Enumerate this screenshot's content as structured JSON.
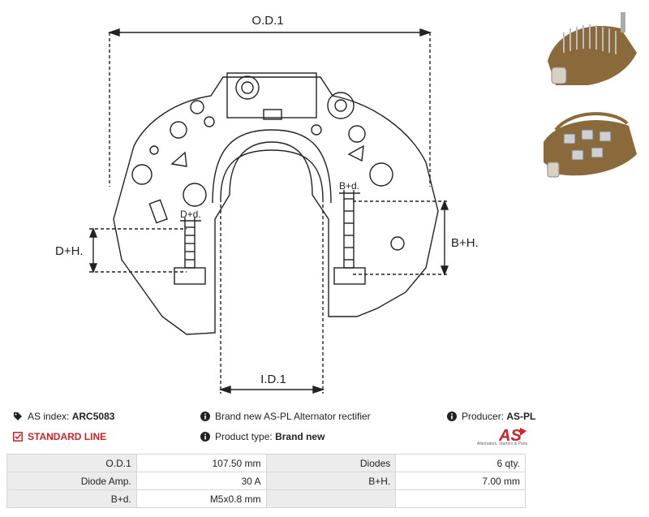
{
  "drawing": {
    "od_label": "O.D.1",
    "id_label": "I.D.1",
    "bh_label": "B+H.",
    "dh_label": "D+H.",
    "bd_label": "B+d.",
    "dd_label": "D+d."
  },
  "info": {
    "index_label": "AS index:",
    "index_value": "ARC5083",
    "line_label": "STANDARD LINE",
    "description": "Brand new AS-PL Alternator rectifier",
    "type_label": "Product type:",
    "type_value": "Brand new",
    "producer_label": "Producer:",
    "producer_value": "AS-PL",
    "logo_text": "AS",
    "logo_tagline": "Alternators, Starters & Parts"
  },
  "specs": [
    {
      "label1": "O.D.1",
      "value1": "107.50 mm",
      "label2": "Diodes",
      "value2": "6 qty."
    },
    {
      "label1": "Diode Amp.",
      "value1": "30 A",
      "label2": "B+H.",
      "value2": "7.00 mm"
    },
    {
      "label1": "B+d.",
      "value1": "M5x0.8 mm",
      "label2": "",
      "value2": ""
    }
  ],
  "colors": {
    "brand_red": "#d0202a",
    "table_header_bg": "#ececec",
    "table_border": "#d6d6d6",
    "heatsink_brown": "#8a6a3a"
  },
  "icons": [
    "tag-icon",
    "check-square-icon",
    "info-icon"
  ]
}
